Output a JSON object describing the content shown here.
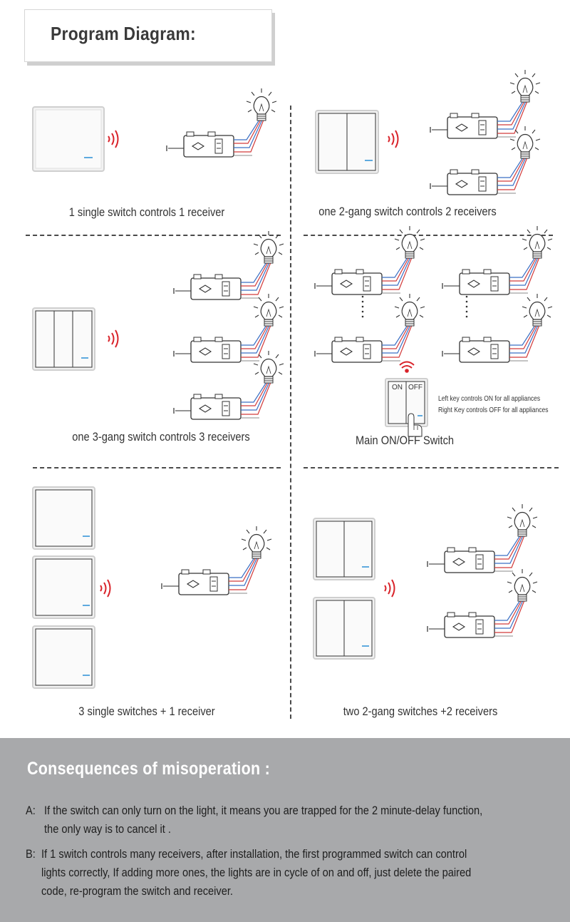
{
  "header": {
    "title": "Program Diagram:"
  },
  "captions": {
    "c1": "1 single switch controls 1 receiver",
    "c2": "one 2-gang switch controls 2 receivers",
    "c3": "one 3-gang switch controls 3 receivers",
    "c4": "Main ON/OFF Switch",
    "c5": "3 single switches + 1 receiver",
    "c6": "two 2-gang switches +2 receivers"
  },
  "main_switch": {
    "on_label": "ON",
    "off_label": "OFF",
    "note_left": "Left key controls ON for all appliances",
    "note_right": "Right Key controls OFF for all appliances"
  },
  "misoperation": {
    "title": "Consequences of misoperation :",
    "a_label": "A:",
    "a_line1": "If the switch can only turn on the light, it means you are trapped for the 2 minute-delay function,",
    "a_line2": "the only way is to cancel it .",
    "b_label": "B:",
    "b_line1": "If 1 switch controls many receivers, after installation, the first programmed switch can control",
    "b_line2": "lights correctly, If adding more ones, the lights are in cycle of on and off, just delete the paired",
    "b_line3": "code, re-program the switch and receiver."
  },
  "colors": {
    "signal": "#d9232a",
    "accent": "#2b8fd6",
    "panel": "#a8a9ab",
    "wire_blue": "#3a6fc4",
    "wire_red": "#d23a3a"
  }
}
